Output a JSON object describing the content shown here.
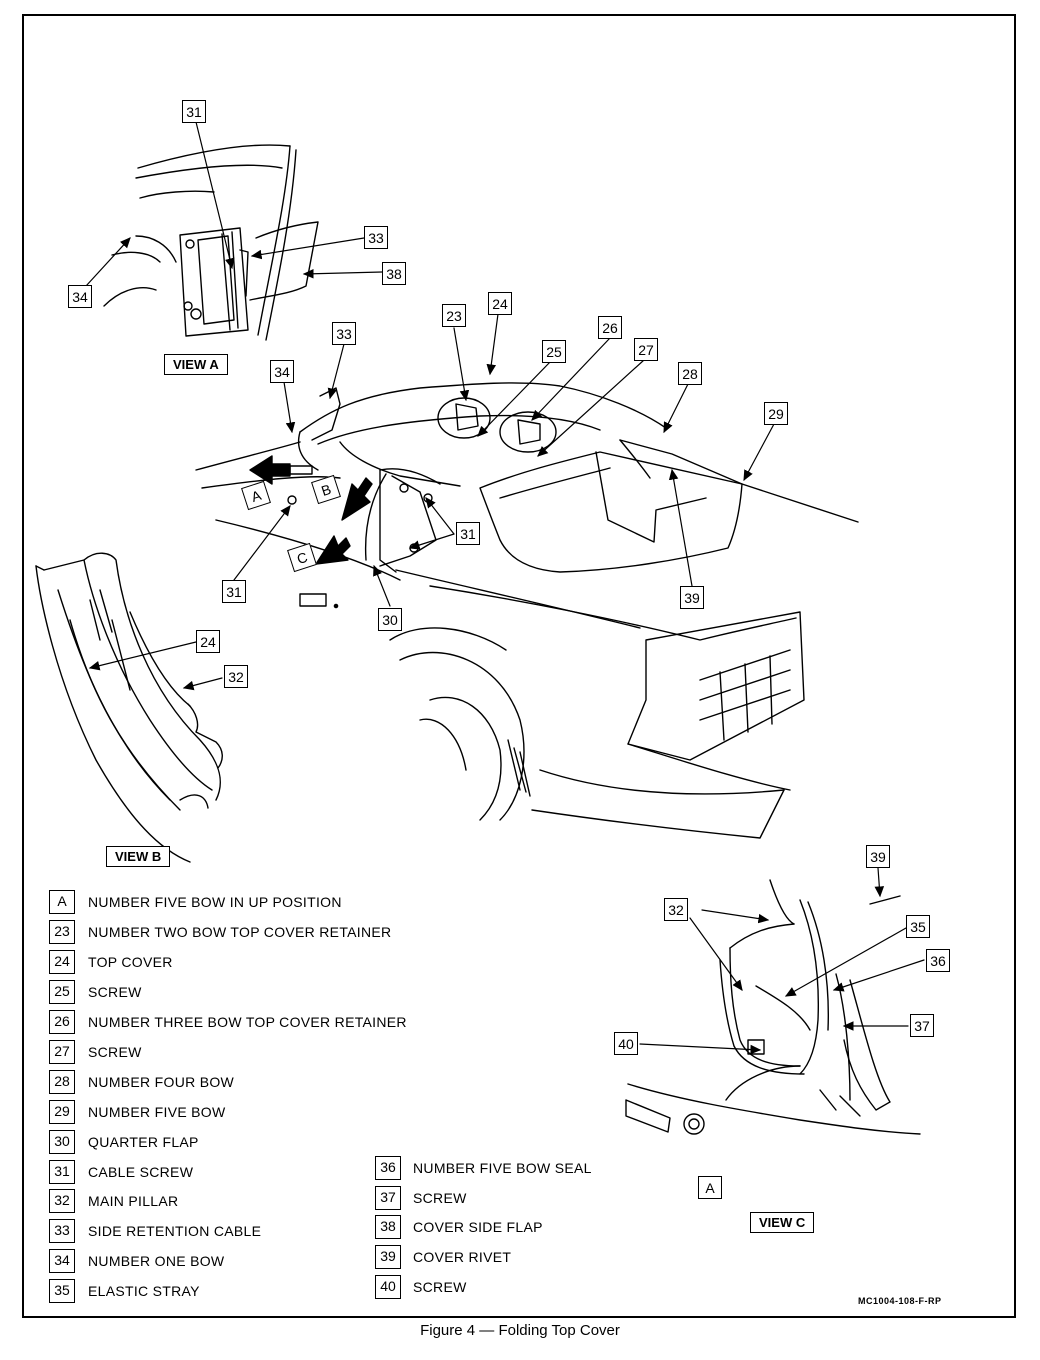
{
  "figure": {
    "caption": "Figure 4 — Folding Top Cover",
    "part_number": "MC1004-108-F-RP"
  },
  "views": {
    "view_a": "VIEW A",
    "view_b": "VIEW B",
    "view_c": "VIEW C"
  },
  "callouts": {
    "a31": "31",
    "a33": "33",
    "a38": "38",
    "a34": "34",
    "m33": "33",
    "m34": "34",
    "m23": "23",
    "m24": "24",
    "m25": "25",
    "m26": "26",
    "m27": "27",
    "m28": "28",
    "m29": "29",
    "m31r": "31",
    "m31l": "31",
    "m30": "30",
    "m39": "39",
    "mA": "A",
    "mB": "B",
    "mC": "C",
    "b24": "24",
    "b32": "32",
    "c39": "39",
    "c32": "32",
    "c35": "35",
    "c36": "36",
    "c37": "37",
    "c40": "40",
    "cA": "A"
  },
  "legend": [
    {
      "key": "A",
      "label": "NUMBER FIVE BOW IN UP POSITION"
    },
    {
      "key": "23",
      "label": "NUMBER TWO BOW TOP COVER RETAINER"
    },
    {
      "key": "24",
      "label": "TOP COVER"
    },
    {
      "key": "25",
      "label": "SCREW"
    },
    {
      "key": "26",
      "label": "NUMBER THREE BOW TOP COVER RETAINER"
    },
    {
      "key": "27",
      "label": "SCREW"
    },
    {
      "key": "28",
      "label": "NUMBER FOUR BOW"
    },
    {
      "key": "29",
      "label": "NUMBER FIVE BOW"
    },
    {
      "key": "30",
      "label": "QUARTER FLAP"
    },
    {
      "key": "31",
      "label": "CABLE SCREW"
    },
    {
      "key": "32",
      "label": "MAIN PILLAR"
    },
    {
      "key": "33",
      "label": "SIDE RETENTION CABLE"
    },
    {
      "key": "34",
      "label": "NUMBER ONE BOW"
    },
    {
      "key": "35",
      "label": "ELASTIC STRAY"
    },
    {
      "key": "36",
      "label": "NUMBER FIVE BOW SEAL"
    },
    {
      "key": "37",
      "label": "SCREW"
    },
    {
      "key": "38",
      "label": "COVER SIDE FLAP"
    },
    {
      "key": "39",
      "label": "COVER RIVET"
    },
    {
      "key": "40",
      "label": "SCREW"
    }
  ]
}
